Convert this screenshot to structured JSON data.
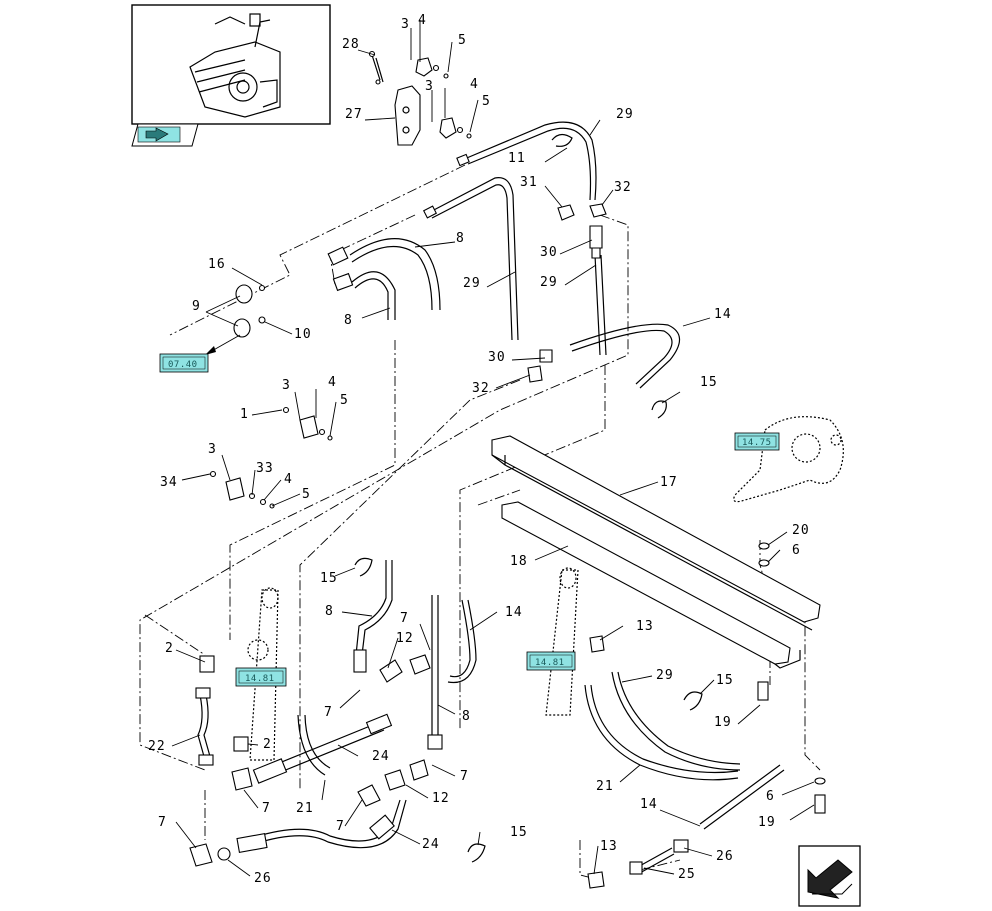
{
  "diagram": {
    "callouts": [
      {
        "id": "c28",
        "text": "28"
      },
      {
        "id": "c3a",
        "text": "3"
      },
      {
        "id": "c4a",
        "text": "4"
      },
      {
        "id": "c5a",
        "text": "5"
      },
      {
        "id": "c27",
        "text": "27"
      },
      {
        "id": "c3b",
        "text": "3"
      },
      {
        "id": "c4b",
        "text": "4"
      },
      {
        "id": "c5b",
        "text": "5"
      },
      {
        "id": "c29a",
        "text": "29"
      },
      {
        "id": "c11",
        "text": "11"
      },
      {
        "id": "c31",
        "text": "31"
      },
      {
        "id": "c32a",
        "text": "32"
      },
      {
        "id": "c30a",
        "text": "30"
      },
      {
        "id": "c29b",
        "text": "29"
      },
      {
        "id": "c29c",
        "text": "29"
      },
      {
        "id": "c8a",
        "text": "8"
      },
      {
        "id": "c16",
        "text": "16"
      },
      {
        "id": "c9",
        "text": "9"
      },
      {
        "id": "c10",
        "text": "10"
      },
      {
        "id": "c8b",
        "text": "8"
      },
      {
        "id": "c30b",
        "text": "30"
      },
      {
        "id": "c32b",
        "text": "32"
      },
      {
        "id": "c14a",
        "text": "14"
      },
      {
        "id": "c15a",
        "text": "15"
      },
      {
        "id": "c3c",
        "text": "3"
      },
      {
        "id": "c4c",
        "text": "4"
      },
      {
        "id": "c1",
        "text": "1"
      },
      {
        "id": "c5c",
        "text": "5"
      },
      {
        "id": "c3d",
        "text": "3"
      },
      {
        "id": "c33",
        "text": "33"
      },
      {
        "id": "c34",
        "text": "34"
      },
      {
        "id": "c4d",
        "text": "4"
      },
      {
        "id": "c5d",
        "text": "5"
      },
      {
        "id": "c17",
        "text": "17"
      },
      {
        "id": "c20",
        "text": "20"
      },
      {
        "id": "c6a",
        "text": "6"
      },
      {
        "id": "c18",
        "text": "18"
      },
      {
        "id": "c15b",
        "text": "15"
      },
      {
        "id": "c8c",
        "text": "8"
      },
      {
        "id": "c7a",
        "text": "7"
      },
      {
        "id": "c14b",
        "text": "14"
      },
      {
        "id": "c2a",
        "text": "2"
      },
      {
        "id": "c12a",
        "text": "12"
      },
      {
        "id": "c13a",
        "text": "13"
      },
      {
        "id": "c29d",
        "text": "29"
      },
      {
        "id": "c15c",
        "text": "15"
      },
      {
        "id": "c7b",
        "text": "7"
      },
      {
        "id": "c8d",
        "text": "8"
      },
      {
        "id": "c19a",
        "text": "19"
      },
      {
        "id": "c22",
        "text": "22"
      },
      {
        "id": "c2b",
        "text": "2"
      },
      {
        "id": "c24a",
        "text": "24"
      },
      {
        "id": "c7c",
        "text": "7"
      },
      {
        "id": "c21a",
        "text": "21"
      },
      {
        "id": "c7d",
        "text": "7"
      },
      {
        "id": "c12b",
        "text": "12"
      },
      {
        "id": "c7e",
        "text": "7"
      },
      {
        "id": "c21b",
        "text": "21"
      },
      {
        "id": "c14c",
        "text": "14"
      },
      {
        "id": "c6b",
        "text": "6"
      },
      {
        "id": "c19b",
        "text": "19"
      },
      {
        "id": "c7f",
        "text": "7"
      },
      {
        "id": "c15d",
        "text": "15"
      },
      {
        "id": "c24b",
        "text": "24"
      },
      {
        "id": "c13b",
        "text": "13"
      },
      {
        "id": "c26a",
        "text": "26"
      },
      {
        "id": "c25",
        "text": "25"
      },
      {
        "id": "c26b",
        "text": "26"
      }
    ],
    "references": [
      {
        "id": "ref0740",
        "text": "07.40"
      },
      {
        "id": "ref1475",
        "text": "14.75"
      },
      {
        "id": "ref1481a",
        "text": "14.81"
      },
      {
        "id": "ref1481b",
        "text": "14.81"
      }
    ]
  },
  "navigation": {
    "thumbnail_icon": "tractor-overview-icon",
    "back_icon": "arrow-back-icon",
    "next_icon": "arrow-next-icon"
  },
  "colors": {
    "reference_box": "#8fe3e3",
    "line": "#000000",
    "background": "#ffffff"
  }
}
